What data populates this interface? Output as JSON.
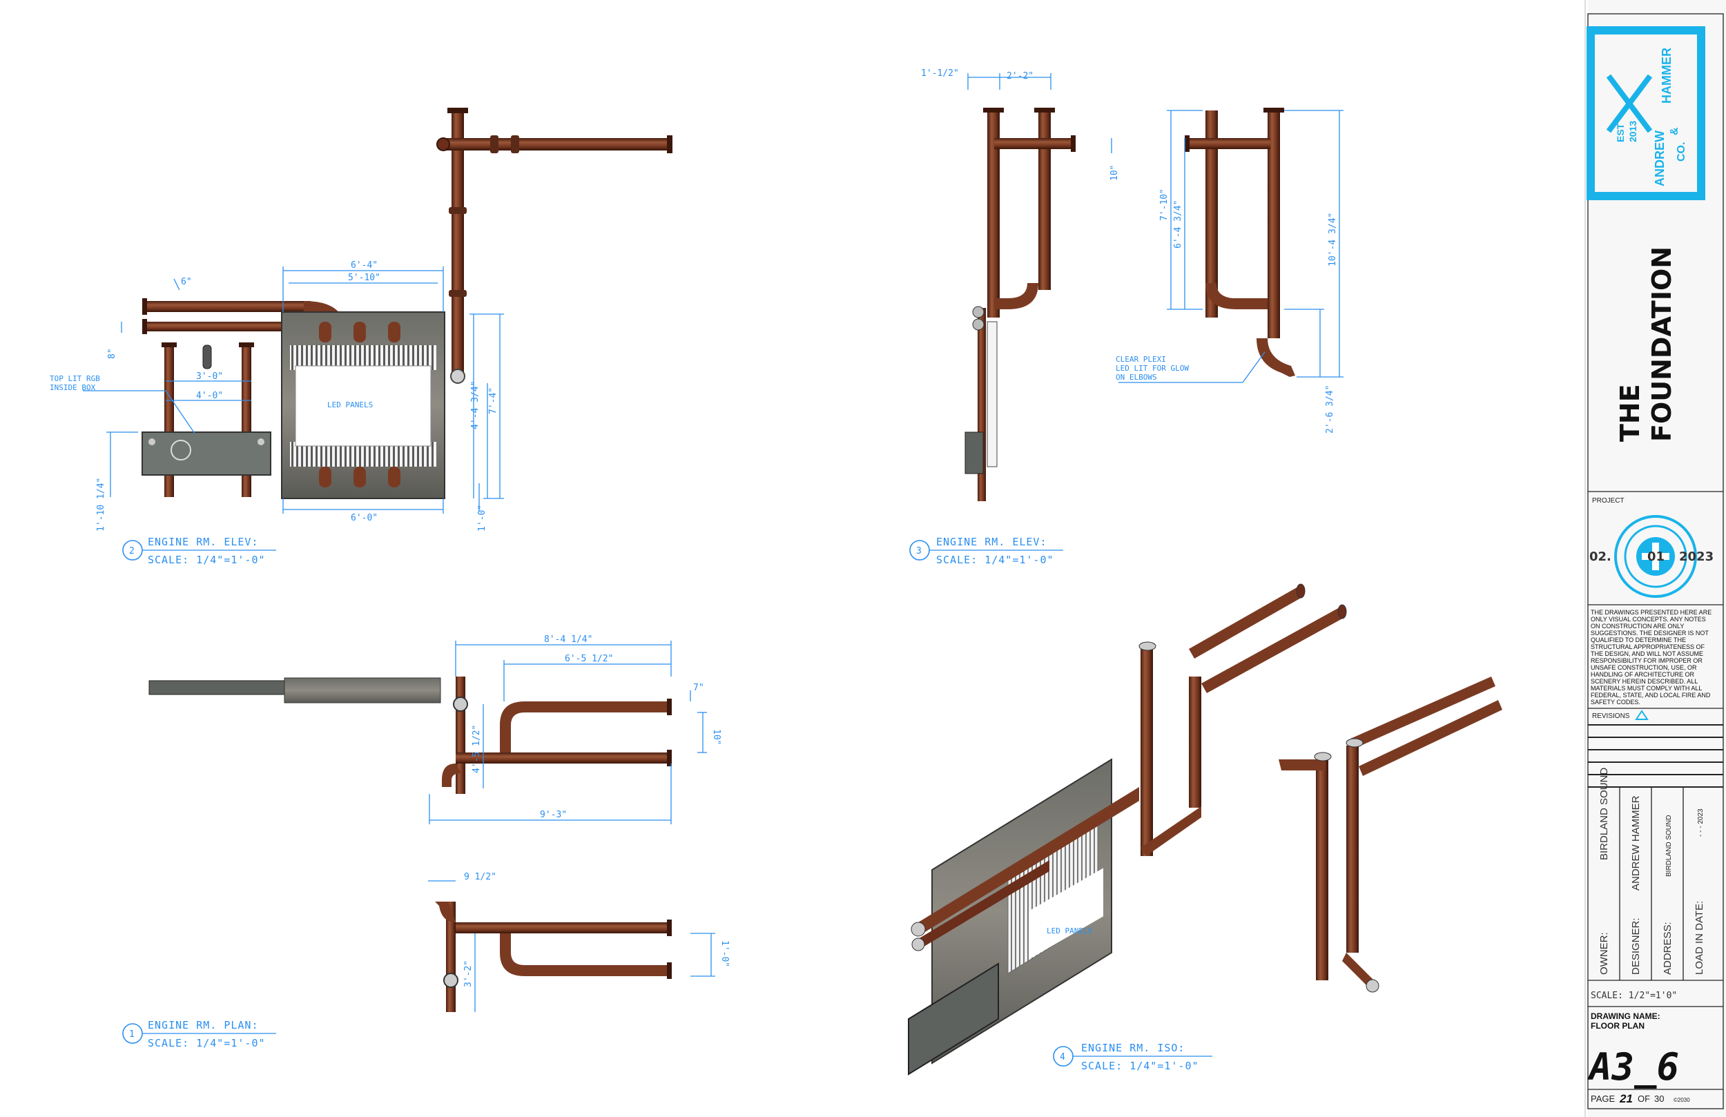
{
  "views": {
    "v1": {
      "number": "1",
      "title": "ENGINE RM. PLAN:",
      "scale": "SCALE: 1/4\"=1'-0\""
    },
    "v2": {
      "number": "2",
      "title": "ENGINE RM. ELEV:",
      "scale": "SCALE: 1/4\"=1'-0\""
    },
    "v3": {
      "number": "3",
      "title": "ENGINE RM. ELEV:",
      "scale": "SCALE: 1/4\"=1'-0\""
    },
    "v4": {
      "number": "4",
      "title": "ENGINE RM. ISO:",
      "scale": "SCALE: 1/4\"=1'-0\""
    }
  },
  "elev2": {
    "dim_top": "6'-4\"",
    "dim_inner": "5'-10\"",
    "dim_box": "3'-0\"",
    "dim_box2": "4'-0\"",
    "dim_bottom": "6'-0\"",
    "dim_h1": "4'-4 3/4\"",
    "dim_h2": "7'-4\"",
    "dim_h3": "1'-0\"",
    "dim_left": "1'-10 1/4\"",
    "dim_6": "6\"",
    "dim_8": "8\"",
    "note_line1": "TOP LIT RGB",
    "note_line2": "INSIDE BOX",
    "panel_label": "LED PANELS"
  },
  "elev3": {
    "dim_a": "1'-1/2\"",
    "dim_b": "2'-2\"",
    "dim_c": "10\"",
    "dim_d": "7'-10\"",
    "dim_e": "6'-4 3/4\"",
    "dim_f": "10'-4 3/4\"",
    "dim_g": "2'-6 3/4\"",
    "note_line1": "CLEAR PLEXI",
    "note_line2": "LED LIT FOR GLOW",
    "note_line3": "ON ELBOWS"
  },
  "plan1": {
    "dim_a": "8'-4 1/4\"",
    "dim_b": "6'-5 1/2\"",
    "dim_c": "7\"",
    "dim_d": "10\"",
    "dim_e": "9'-3\"",
    "dim_f": "4'-5 1/2\"",
    "dim_g": "9 1/2\"",
    "dim_h": "1'-0\"",
    "dim_i": "3'-2\""
  },
  "iso4": {
    "panel_label": "LED PANELS"
  },
  "title_block": {
    "logo_est": "EST",
    "logo_year": "2013",
    "logo_name1": "ANDREW",
    "logo_name2": "HAMMER",
    "logo_amp": "&",
    "logo_co": "CO.",
    "project_name1": "THE",
    "project_name2": "FOUNDATION",
    "project_label": "PROJECT",
    "date_left": "02.",
    "date_mid": "01",
    "date_right": "2023",
    "disclaimer": [
      "THE DRAWINGS PRESENTED HERE ARE",
      "ONLY VISUAL CONCEPTS. ANY NOTES",
      "ON CONSTRUCTION ARE ONLY",
      "SUGGESTIONS. THE DESIGNER IS NOT",
      "QUALIFIED TO DETERMINE THE",
      "STRUCTURAL APPROPRIATENESS OF",
      "THE DESIGN, AND WILL NOT ASSUME",
      "RESPONSIBILITY FOR IMPROPER OR",
      "UNSAFE CONSTRUCTION, USE, OR",
      "HANDLING OF ARCHITECTURE OR",
      "SCENERY HEREIN DESCRIBED. ALL",
      "MATERIALS MUST COMPLY WITH ALL",
      "FEDERAL, STATE, AND LOCAL FIRE AND",
      "SAFETY CODES."
    ],
    "revisions_label": "REVISIONS",
    "owner_label": "OWNER:",
    "owner_value": "BIRDLAND SOUND",
    "designer_label": "DESIGNER:",
    "designer_value": "ANDREW HAMMER",
    "address_label": "ADDRESS:",
    "address_value": "BIRDLAND SOUND",
    "loadin_label": "LOAD IN DATE:",
    "loadin_value": "- - - 2023",
    "scale": "SCALE: 1/2\"=1'0\"",
    "drawing_name_label": "DRAWING NAME:",
    "drawing_name": "FLOOR PLAN",
    "sheet_number": "A3_6",
    "page_prefix": "PAGE",
    "page_current": "21",
    "page_of": "OF",
    "page_total": "30",
    "copyright": "©2030"
  },
  "colors": {
    "pipe": "#7a3a22",
    "pipe_dark": "#4e2214",
    "dim_blue": "#2a8ff0",
    "accent_cyan": "#19b3ea"
  }
}
